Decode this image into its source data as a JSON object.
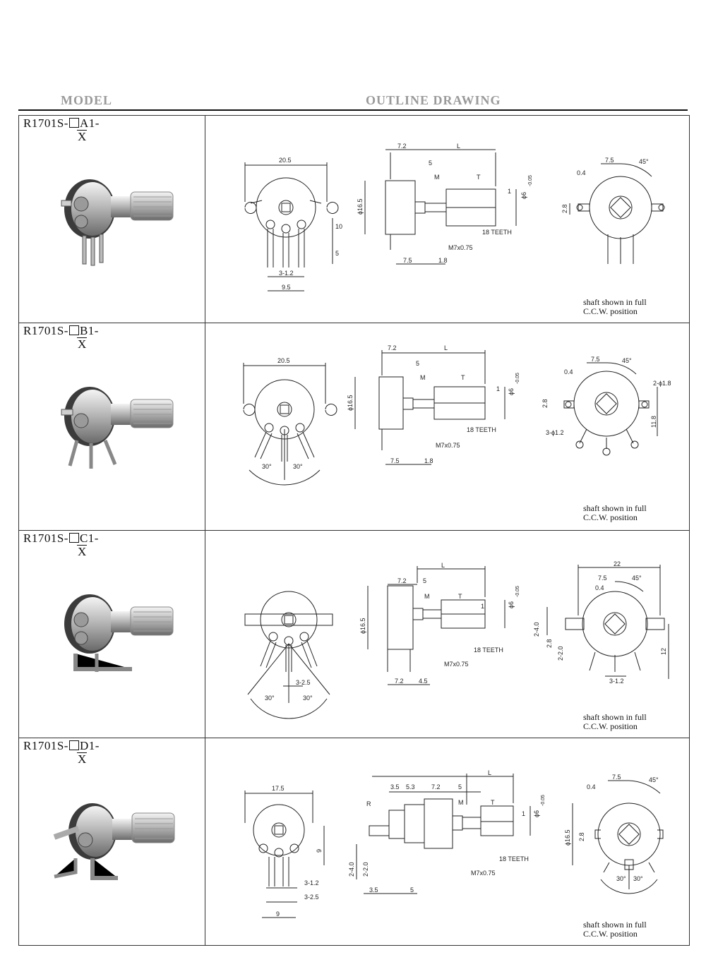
{
  "header": {
    "model_label": "MODEL",
    "outline_label": "OUTLINE DRAWING"
  },
  "rows": [
    {
      "model_prefix": "R1701S-",
      "model_suffix": "A1-",
      "model_x": "X",
      "note_line1": "shaft shown in full",
      "note_line2": "C.C.W. position",
      "dims": {
        "front_width": "20.5",
        "height_10": "10",
        "height_5": "5",
        "pitch": "3-1.2",
        "span": "9.5",
        "side_7_2": "7.2",
        "side_L": "L",
        "side_5": "5",
        "side_M": "M",
        "side_T": "T",
        "side_1": "1",
        "dia_16_5": "ϕ16.5",
        "dia_6": "ϕ6",
        "tol": "-0.05",
        "teeth": "18 TEETH",
        "thread": "M7x0.75",
        "side_7_5": "7.5",
        "side_1_8": "1.8",
        "rear_7_5": "7.5",
        "rear_45": "45°",
        "rear_0_4": "0.4",
        "rear_2_8": "2.8"
      }
    },
    {
      "model_prefix": "R1701S-",
      "model_suffix": "B1-",
      "model_x": "X",
      "note_line1": "shaft shown in full",
      "note_line2": "C.C.W. position",
      "dims": {
        "front_width": "20.5",
        "angle_l": "30°",
        "angle_r": "30°",
        "side_7_2": "7.2",
        "side_L": "L",
        "side_5": "5",
        "side_M": "M",
        "side_T": "T",
        "side_1": "1",
        "dia_16_5": "ϕ16.5",
        "dia_6": "ϕ6",
        "tol": "-0.05",
        "teeth": "18 TEETH",
        "thread": "M7x0.75",
        "side_7_5": "7.5",
        "side_1_8": "1.8",
        "rear_7_5": "7.5",
        "rear_45": "45°",
        "rear_0_4": "0.4",
        "rear_2_8": "2.8",
        "rear_hole2": "2-ϕ1.8",
        "rear_hole3": "3-ϕ1.2",
        "rear_11_8": "11.8"
      }
    },
    {
      "model_prefix": "R1701S-",
      "model_suffix": "C1-",
      "model_x": "X",
      "note_line1": "shaft shown in full",
      "note_line2": "C.C.W. position",
      "dims": {
        "pitch": "3-2.5",
        "angle_l": "30°",
        "angle_r": "30°",
        "side_7_2": "7.2",
        "side_L": "L",
        "side_5": "5",
        "side_M": "M",
        "side_T": "T",
        "side_1": "1",
        "dia_16_5": "ϕ16.5",
        "dia_6": "ϕ6",
        "tol": "-0.05",
        "teeth": "18 TEETH",
        "thread": "M7x0.75",
        "side_7_2b": "7.2",
        "side_4_5": "4.5",
        "rear_22": "22",
        "rear_7_5": "7.5",
        "rear_45": "45°",
        "rear_0_4": "0.4",
        "rear_2_4": "2-4.0",
        "rear_2_8": "2.8",
        "rear_2_2": "2-2.0",
        "rear_12": "12",
        "rear_3_12": "3-1.2"
      }
    },
    {
      "model_prefix": "R1701S-",
      "model_suffix": "D1-",
      "model_x": "X",
      "note_line1": "shaft shown in full",
      "note_line2": "C.C.W. position",
      "dims": {
        "front_width": "17.5",
        "height_9": "9",
        "pitch1": "3-1.2",
        "pitch2": "3-2.5",
        "span": "9",
        "side_3_5": "3.5",
        "side_5_3": "5.3",
        "side_7_2": "7.2",
        "side_5": "5",
        "side_L": "L",
        "side_M": "M",
        "side_T": "T",
        "side_1": "1",
        "side_R": "R",
        "dia_6": "ϕ6",
        "tol": "-0.05",
        "teeth": "18 TEETH",
        "thread": "M7x0.75",
        "side_2_4": "2-4.0",
        "side_2_2": "2-2.0",
        "side_3_5b": "3.5",
        "side_5b": "5",
        "rear_7_5": "7.5",
        "rear_45": "45°",
        "rear_0_4": "0.4",
        "rear_2_8": "2.8",
        "rear_16_5": "ϕ16.5",
        "angle_l": "30°",
        "angle_r": "30°"
      }
    }
  ]
}
